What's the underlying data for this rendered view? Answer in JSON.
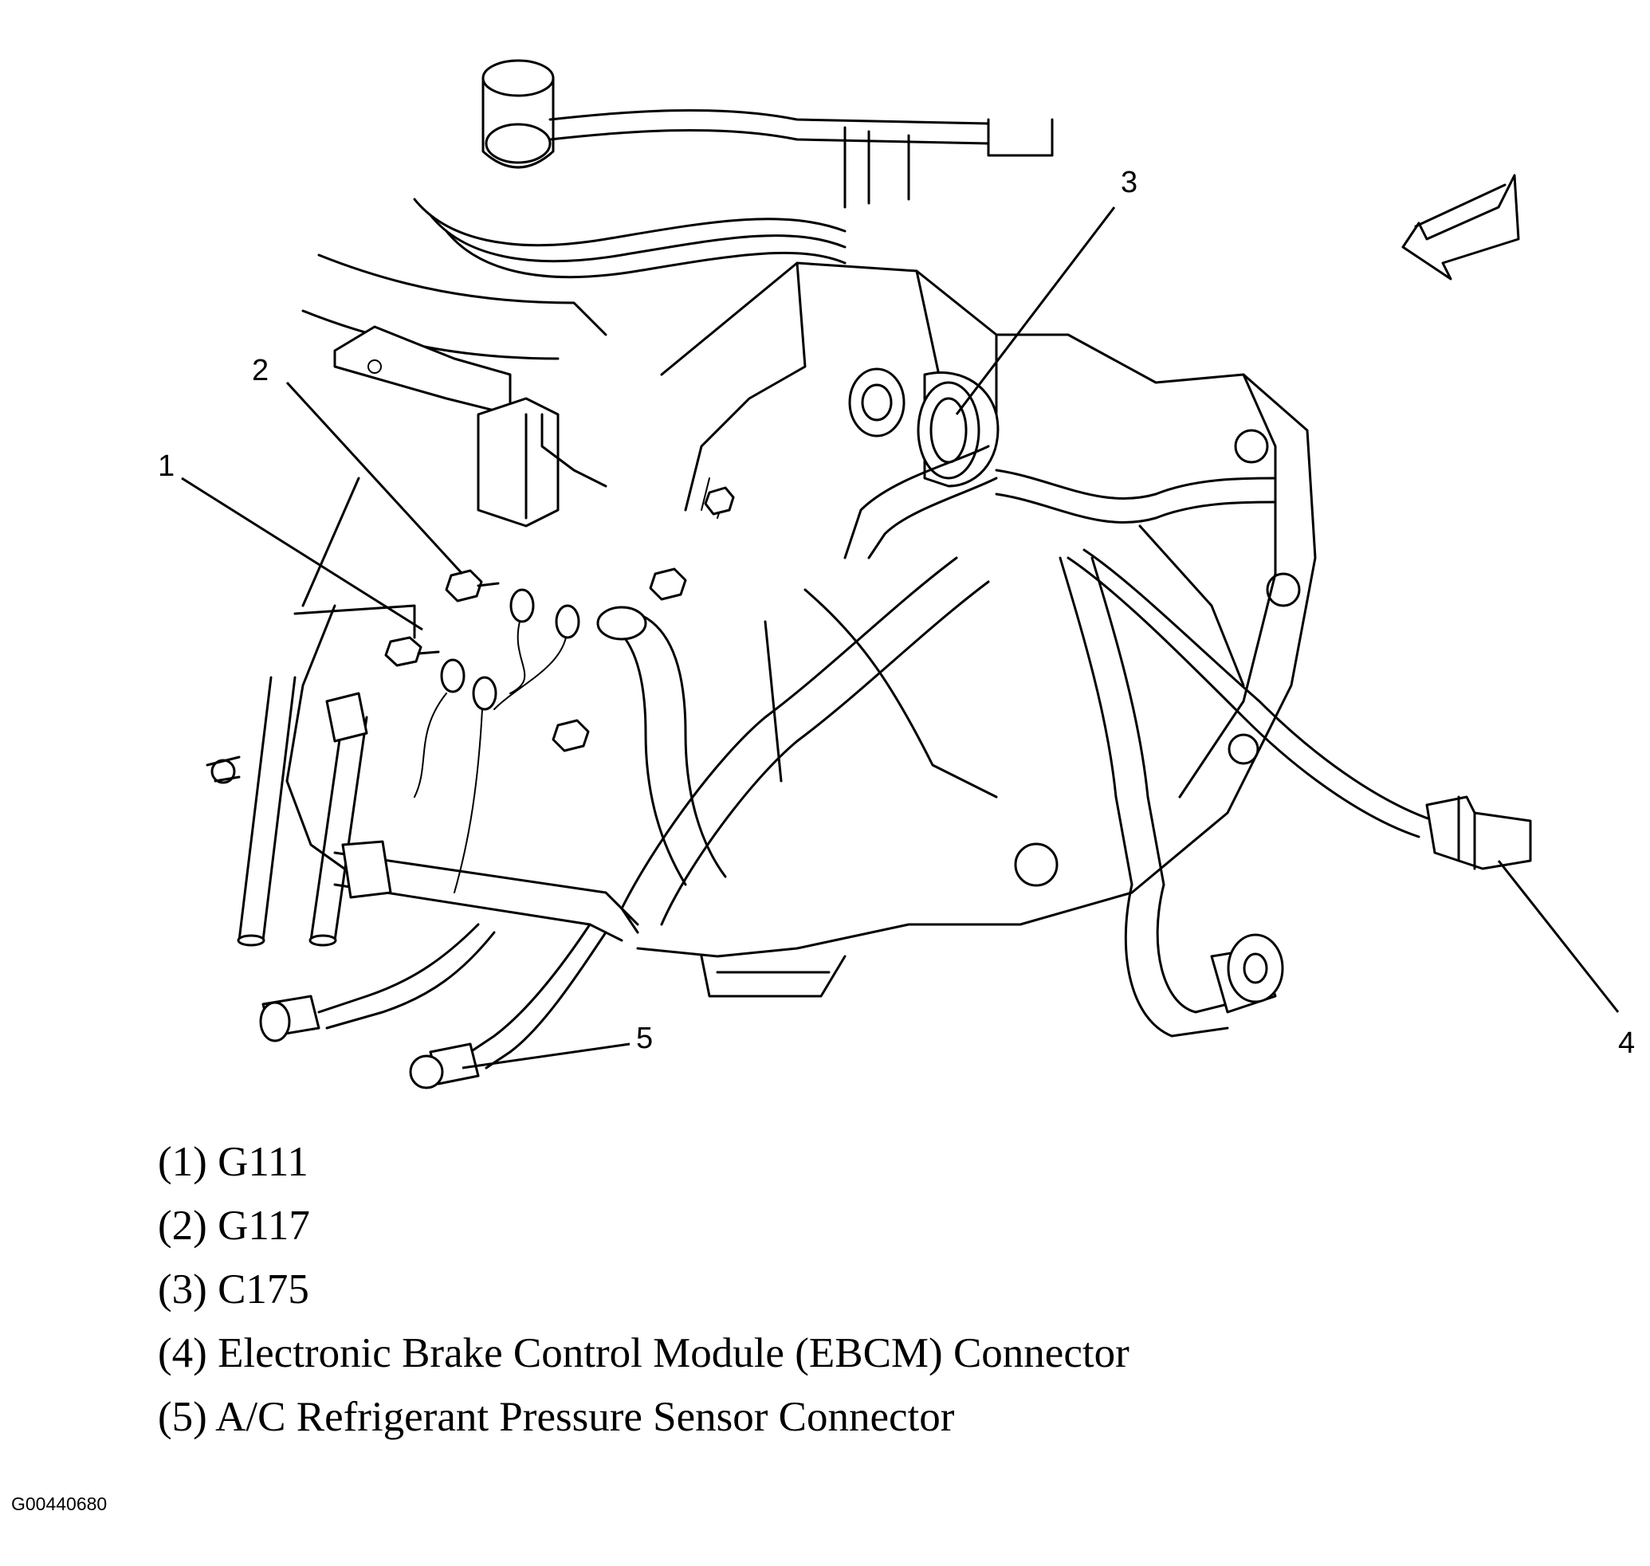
{
  "callouts": [
    {
      "id": "1",
      "label": "1"
    },
    {
      "id": "2",
      "label": "2"
    },
    {
      "id": "3",
      "label": "3"
    },
    {
      "id": "4",
      "label": "4"
    },
    {
      "id": "5",
      "label": "5"
    }
  ],
  "legend": [
    {
      "number": "(1)",
      "text": "G111"
    },
    {
      "number": "(2)",
      "text": "G117"
    },
    {
      "number": "(3)",
      "text": "C175"
    },
    {
      "number": "(4)",
      "text": "Electronic Brake Control Module (EBCM) Connector"
    },
    {
      "number": "(5)",
      "text": "A/C Refrigerant Pressure Sensor Connector"
    }
  ],
  "figure_code": "G00440680"
}
